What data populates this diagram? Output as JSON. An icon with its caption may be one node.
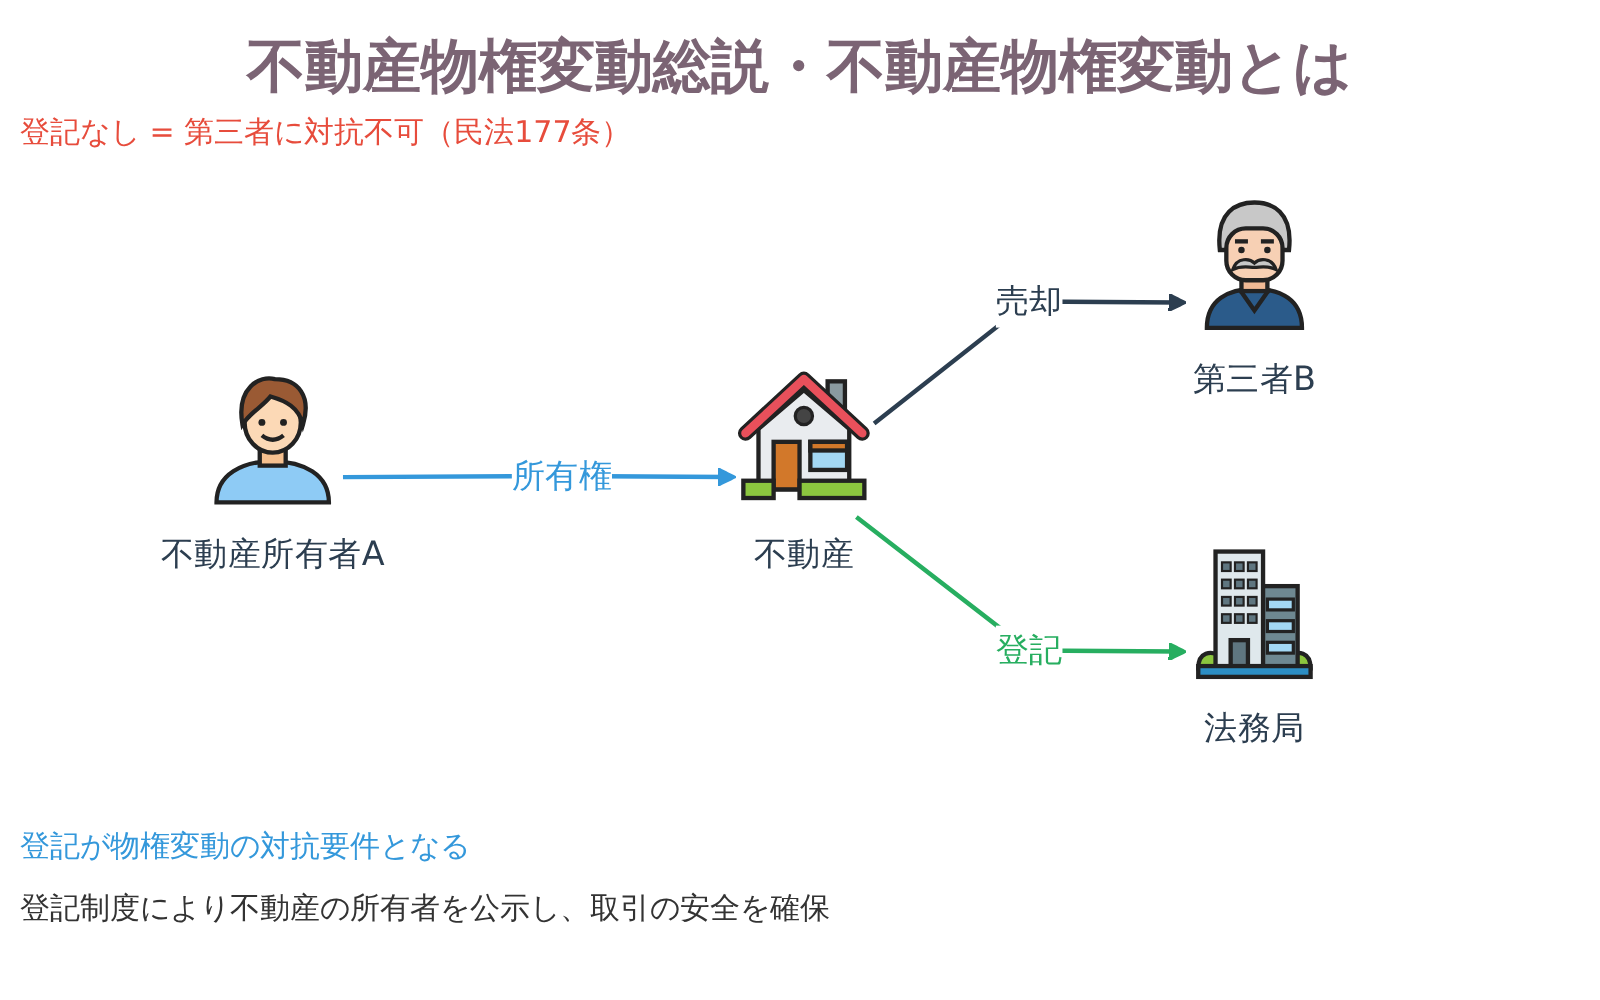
{
  "diagram": {
    "title": "不動産物権変動総説・不動産物権変動とは",
    "nodes": [
      {
        "text": [
          "不動産所有者A"
        ]
      },
      {
        "text": [
          "不動産"
        ]
      },
      {
        "text": [
          "第三者B"
        ]
      },
      {
        "text": [
          "法務局"
        ]
      }
    ],
    "edges": [
      {
        "from": 0,
        "to": 1,
        "arrow": "to",
        "label": "所有権",
        "color": "#3498db"
      },
      {
        "from": 1,
        "to": 2,
        "arrow": "to",
        "label": "売却",
        "color": "#2c3e50"
      },
      {
        "from": 1,
        "to": 3,
        "arrow": "to",
        "label": "登記",
        "color": "#27ae60"
      }
    ],
    "labels": [
      "登記なし = 第三者に対抗不可（民法177条）",
      "登記が物権変動の対抗要件となる",
      "登記制度により不動産の所有者を公示し、取引の安全を確保"
    ]
  }
}
